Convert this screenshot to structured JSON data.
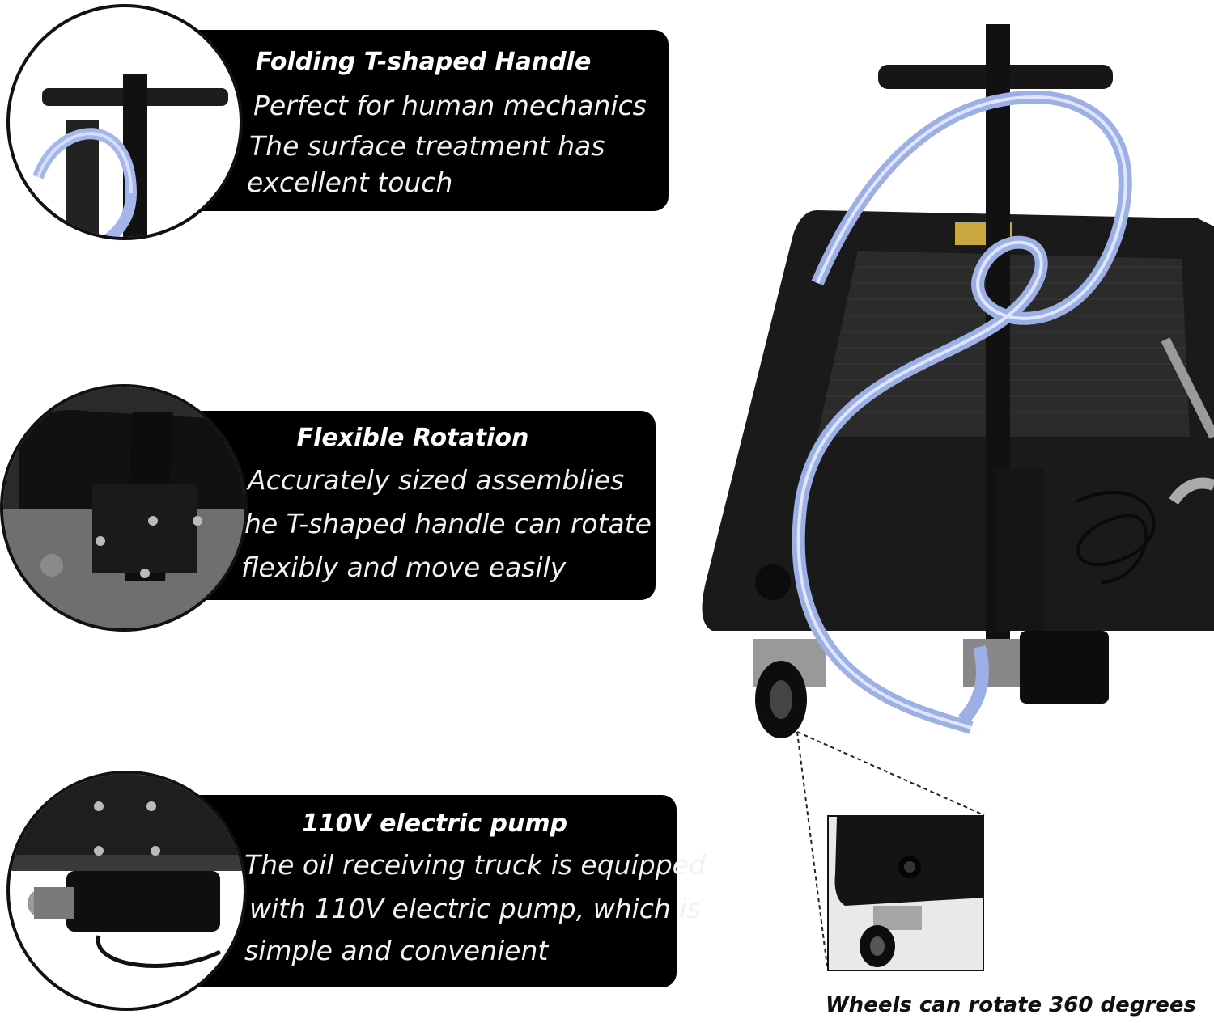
{
  "features": [
    {
      "title": "Folding T-shaped Handle",
      "lines": [
        "Perfect for human mechanics",
        "The surface treatment has",
        "excellent touch"
      ],
      "icon": "t-handle-detail-icon"
    },
    {
      "title": "Flexible Rotation",
      "lines": [
        "Accurately sized assemblies",
        "he T-shaped handle can rotate",
        "flexibly and move easily"
      ],
      "icon": "rotation-joint-detail-icon"
    },
    {
      "title": "110V electric pump",
      "lines": [
        "The oil receiving truck is equipped",
        "with 110V electric pump, which is",
        "simple and convenient"
      ],
      "icon": "electric-pump-detail-icon"
    }
  ],
  "wheel_caption": "Wheels can rotate 360 degrees",
  "colors": {
    "banner_bg": "#000000",
    "banner_text": "#ffffff",
    "hose": "#9db0e6",
    "body_plastic": "#1a1a1a"
  }
}
